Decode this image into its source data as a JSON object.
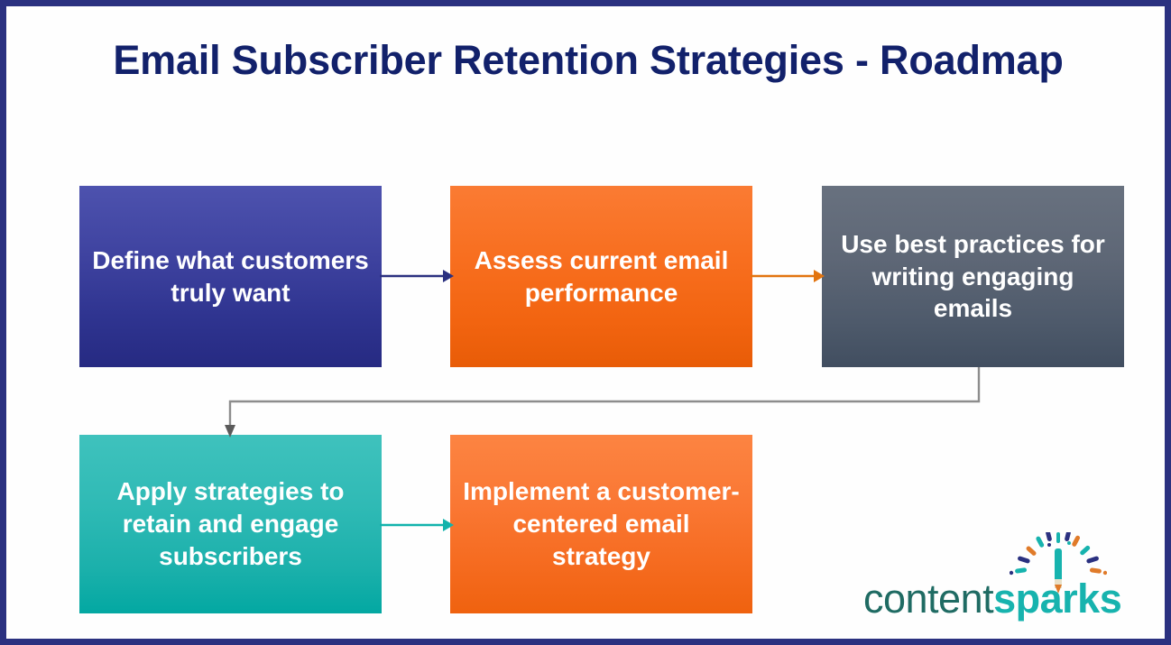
{
  "slide": {
    "title": "Email Subscriber Retention Strategies - Roadmap",
    "border_color": "#2b3180",
    "background_color": "#fefefe"
  },
  "nodes": [
    {
      "id": "node-1",
      "label": "Define what customers truly want",
      "color_top": "#4d52ae",
      "color_bottom": "#262a82",
      "text_color": "#ffffff"
    },
    {
      "id": "node-2",
      "label": "Assess current email performance",
      "color_top": "#fa7b33",
      "color_bottom": "#e85c07",
      "text_color": "#ffffff"
    },
    {
      "id": "node-3",
      "label": "Use best practices for writing engaging emails",
      "color_top": "#68717f",
      "color_bottom": "#414e60",
      "text_color": "#ffffff"
    },
    {
      "id": "node-4",
      "label": "Apply strategies to retain and engage subscribers",
      "color_top": "#3fc2bd",
      "color_bottom": "#03a8a2",
      "text_color": "#ffffff"
    },
    {
      "id": "node-5",
      "label": "Implement a customer-centered email strategy",
      "color_top": "#fc8442",
      "color_bottom": "#ef620f",
      "text_color": "#ffffff"
    }
  ],
  "connectors": [
    {
      "id": "conn-1",
      "from": "node-1",
      "to": "node-2",
      "shape": "straight-right",
      "color": "#2b3180"
    },
    {
      "id": "conn-2",
      "from": "node-2",
      "to": "node-3",
      "shape": "straight-right",
      "color": "#e2740f"
    },
    {
      "id": "conn-3",
      "from": "node-3",
      "to": "node-4",
      "shape": "elbow-down-left-down",
      "color": "#8d8d8d"
    },
    {
      "id": "conn-4",
      "from": "node-4",
      "to": "node-5",
      "shape": "straight-right",
      "color": "#12b3ac"
    }
  ],
  "logo": {
    "word_primary": "content",
    "word_secondary": "sparks",
    "primary_color": "#1f6b63",
    "secondary_color": "#17b3ae",
    "mark_name": "sparks-burst-pencil-icon",
    "mark_colors": [
      "#17b3ae",
      "#2b3180",
      "#e07b2a",
      "#1f6b63"
    ]
  }
}
